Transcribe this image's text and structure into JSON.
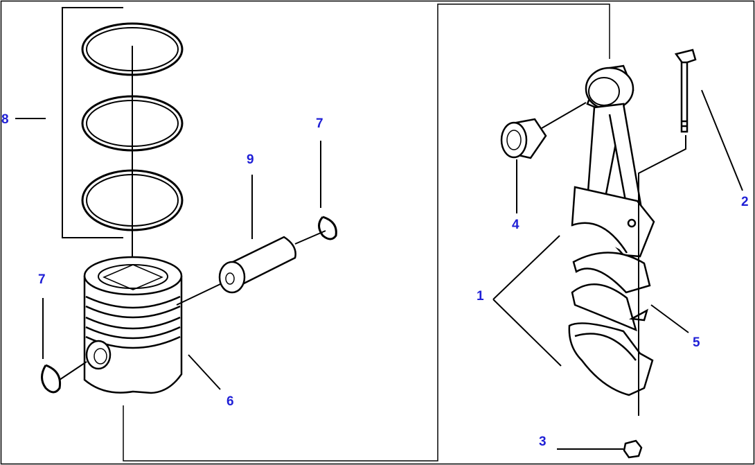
{
  "colors": {
    "callout": "#1f1fd6",
    "line": "#000000",
    "background": "#ffffff"
  },
  "callouts": {
    "c1": "1",
    "c2": "2",
    "c3": "3",
    "c4": "4",
    "c5": "5",
    "c6": "6",
    "c7_left": "7",
    "c7_right": "7",
    "c8": "8",
    "c9": "9"
  }
}
